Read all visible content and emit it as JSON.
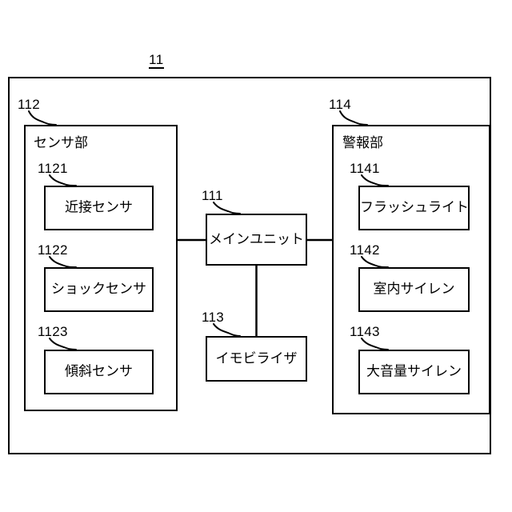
{
  "figure": {
    "number": "11"
  },
  "outer_frame": {
    "name": "system-frame"
  },
  "center": {
    "main_unit": {
      "ref": "111",
      "label": "メインユニット"
    },
    "immobilizer": {
      "ref": "113",
      "label": "イモビライザ"
    }
  },
  "sensor_section": {
    "ref": "112",
    "title": "センサ部",
    "items": [
      {
        "ref": "1121",
        "label": "近接センサ"
      },
      {
        "ref": "1122",
        "label": "ショックセンサ"
      },
      {
        "ref": "1123",
        "label": "傾斜センサ"
      }
    ]
  },
  "alarm_section": {
    "ref": "114",
    "title": "警報部",
    "items": [
      {
        "ref": "1141",
        "label": "フラッシュライト"
      },
      {
        "ref": "1142",
        "label": "室内サイレン"
      },
      {
        "ref": "1143",
        "label": "大音量サイレン"
      }
    ]
  },
  "colors": {
    "line": "#000000",
    "background": "#ffffff"
  }
}
